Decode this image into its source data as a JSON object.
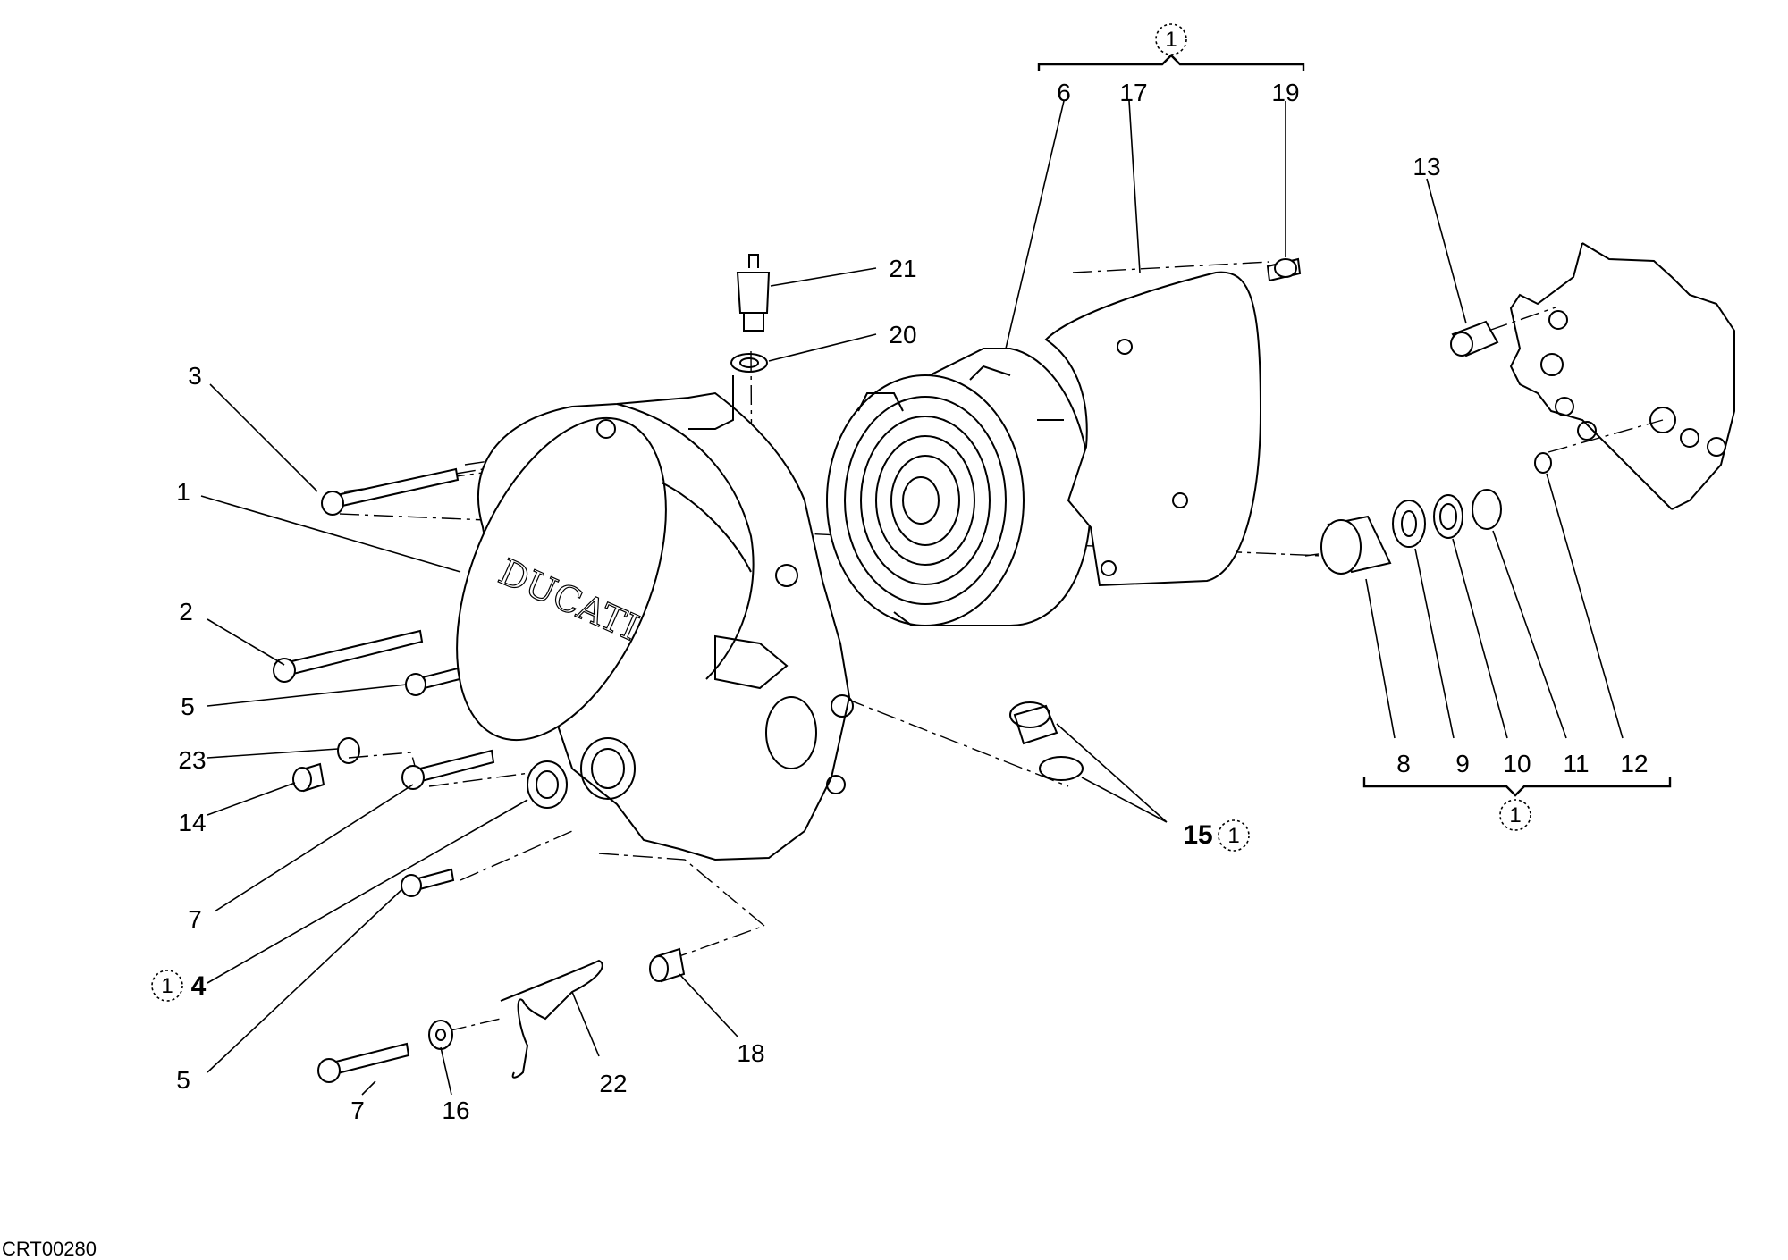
{
  "diagram_code": "CRT00280",
  "brand_text": "DUCATI",
  "kit_ref": "1",
  "callouts": {
    "c1": "1",
    "c2": "2",
    "c3": "3",
    "c4": "4",
    "c5a": "5",
    "c5b": "5",
    "c6": "6",
    "c7a": "7",
    "c7b": "7",
    "c8": "8",
    "c9": "9",
    "c10": "10",
    "c11": "11",
    "c12": "12",
    "c13": "13",
    "c14": "14",
    "c15": "15",
    "c16": "16",
    "c17": "17",
    "c18": "18",
    "c19": "19",
    "c20": "20",
    "c21": "21",
    "c22": "22",
    "c23": "23"
  },
  "colors": {
    "line": "#000000",
    "background": "#ffffff"
  }
}
